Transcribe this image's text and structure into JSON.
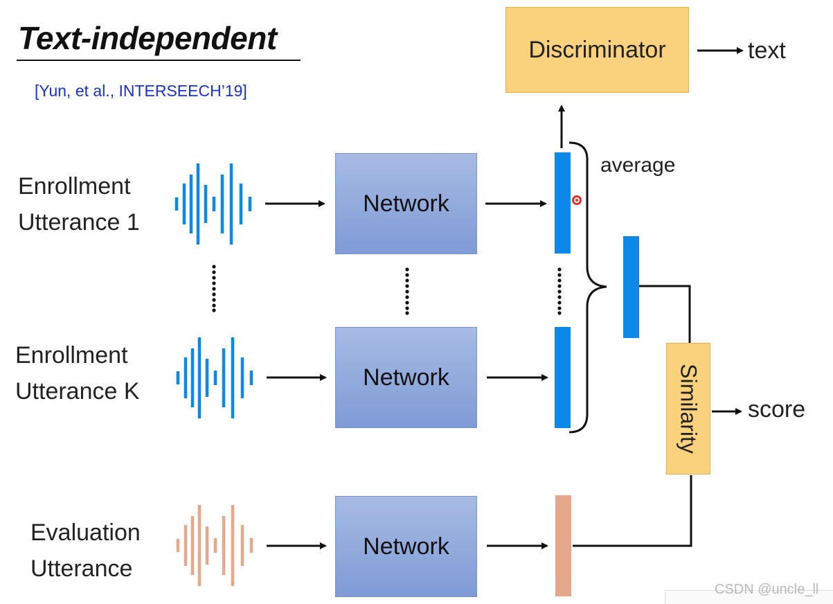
{
  "title": "Text-independent",
  "citation": "[Yun, et al., INTERSEECH’19]",
  "inputs": [
    {
      "line1": "Enrollment",
      "line2": "Utterance 1"
    },
    {
      "line1": "Enrollment",
      "line2": "Utterance K"
    },
    {
      "line1": "Evaluation",
      "line2": "Utterance"
    }
  ],
  "network_label": "Network",
  "discriminator_label": "Discriminator",
  "discriminator_output": "text",
  "average_label": "average",
  "similarity_label": "Similarity",
  "similarity_output": "score",
  "watermark": "CSDN @uncle_ll",
  "colors": {
    "enrollment_wave": "#0b88e8",
    "evaluation_wave": "#e5a88a",
    "network_fill": "#8fa8dc",
    "discriminator_fill": "#fad27e",
    "similarity_fill": "#fad27e",
    "embedding_enrollment": "#0b88e8",
    "embedding_evaluation": "#e5a88a"
  }
}
